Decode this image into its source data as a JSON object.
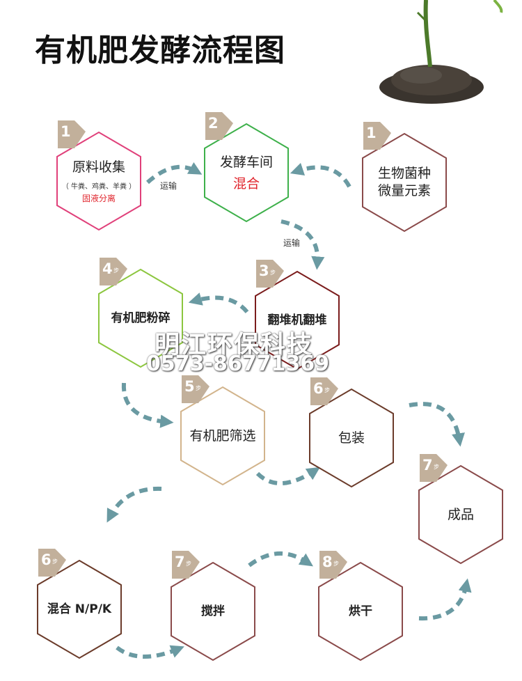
{
  "title": "有机肥发酵流程图",
  "colors": {
    "arrow": "#6a9aa2",
    "badge": "#c2b09b"
  },
  "nodes": [
    {
      "id": "raw",
      "step": "1",
      "suffix": "",
      "label": "原料收集",
      "sub": "（ 牛粪、鸡粪、羊粪 ）",
      "red": "固液分离",
      "color": "#e0407a"
    },
    {
      "id": "workshop",
      "step": "2",
      "suffix": "",
      "label": "发酵车间",
      "red": "混合",
      "color": "#3db04a"
    },
    {
      "id": "bacteria",
      "step": "1",
      "suffix": "",
      "label": "生物菌种",
      "label2": "微量元素",
      "color": "#8a4a4a"
    },
    {
      "id": "crush",
      "step": "4",
      "suffix": "步",
      "label": "有机肥粉碎",
      "color": "#8cc63f"
    },
    {
      "id": "turn",
      "step": "3",
      "suffix": "步",
      "label": "翻堆机翻堆",
      "color": "#7b1c1c"
    },
    {
      "id": "screen",
      "step": "5",
      "suffix": "步",
      "label": "有机肥筛选",
      "color": "#d2b48c"
    },
    {
      "id": "pack",
      "step": "6",
      "suffix": "步",
      "label": "包装",
      "color": "#6b3b2a"
    },
    {
      "id": "product",
      "step": "7",
      "suffix": "步",
      "label": "成品",
      "color": "#8a4a4a"
    },
    {
      "id": "mix",
      "step": "6",
      "suffix": "步",
      "label": "混合 N/P/K",
      "color": "#6b3b2a"
    },
    {
      "id": "stir",
      "step": "7",
      "suffix": "步",
      "label": "搅拌",
      "color": "#8a4a4a"
    },
    {
      "id": "dry",
      "step": "8",
      "suffix": "步",
      "label": "烘干",
      "color": "#8a4a4a"
    }
  ],
  "arrow_labels": {
    "transport1": "运输",
    "transport2": "运输"
  },
  "watermark": {
    "company": "明江环保科技",
    "phone": "0573-86771369"
  }
}
